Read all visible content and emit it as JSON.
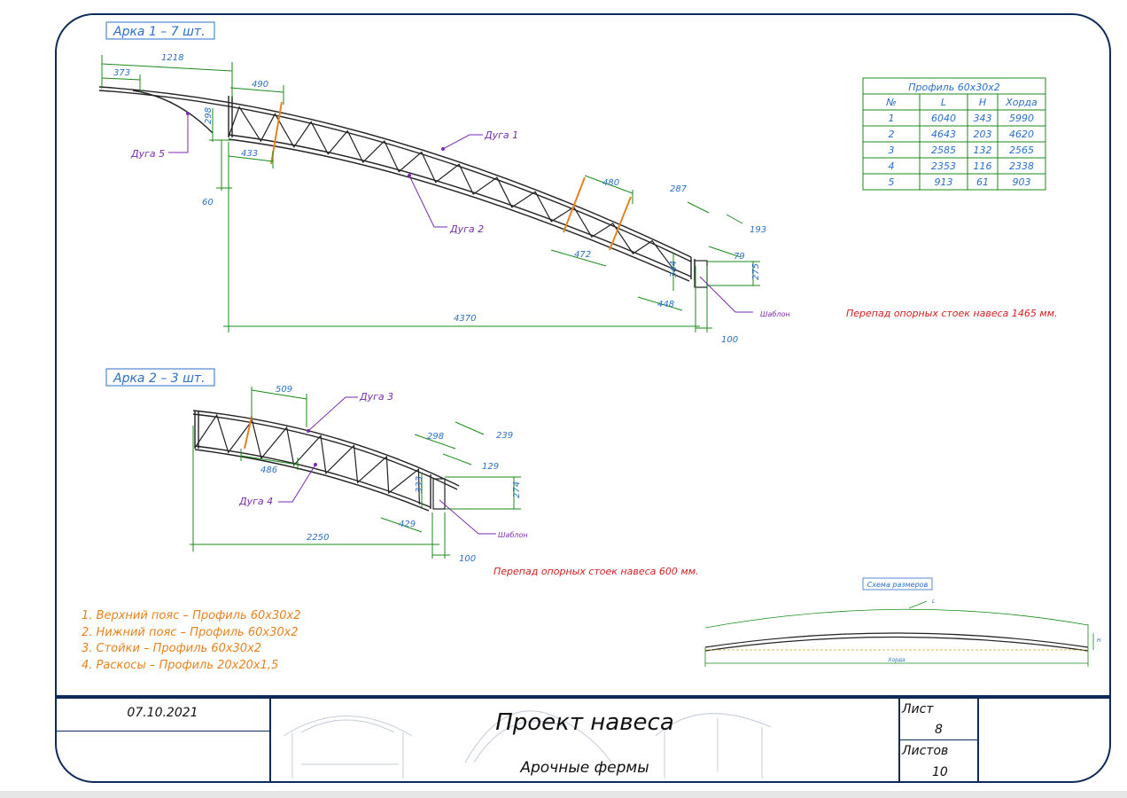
{
  "arch1": {
    "title": "Арка 1 – 7 шт.",
    "dims": {
      "top_chord_len": "1218",
      "overhang": "373",
      "seg_top_left": "490",
      "seg_bot_left": "433",
      "height_left": "298",
      "offset_left": "60",
      "seg_top_right": "480",
      "seg_bot_right": "472",
      "end_top": "287",
      "end_side": "193",
      "end_small": "79",
      "post_h": "275",
      "height_right": "344",
      "seg_end_bot": "448",
      "span": "4370",
      "post_w": "100"
    },
    "callouts": {
      "arc1": "Дуга 1",
      "arc2": "Дуга 2",
      "arc5": "Дуга 5",
      "template": "Шаблон"
    },
    "note": "Перепад опорных стоек навеса 1465 мм."
  },
  "arch2": {
    "title": "Арка 2 – 3 шт.",
    "dims": {
      "seg_top": "509",
      "seg_bot": "486",
      "end_top": "298",
      "end_side": "239",
      "end_small": "129",
      "post_h": "274",
      "height": "333",
      "seg_end_bot": "429",
      "span": "2250",
      "post_w": "100"
    },
    "callouts": {
      "arc3": "Дуга 3",
      "arc4": "Дуга 4",
      "template": "Шаблон"
    },
    "note": "Перепад опорных стоек навеса 600 мм."
  },
  "profile_table": {
    "title": "Профиль 60х30х2",
    "headers": [
      "№",
      "L",
      "H",
      "Хорда"
    ],
    "rows": [
      [
        "1",
        "6040",
        "343",
        "5990"
      ],
      [
        "2",
        "4643",
        "203",
        "4620"
      ],
      [
        "3",
        "2585",
        "132",
        "2565"
      ],
      [
        "4",
        "2353",
        "116",
        "2338"
      ],
      [
        "5",
        "913",
        "61",
        "903"
      ]
    ]
  },
  "scheme": {
    "title": "Схема размеров",
    "l": "L",
    "h": "H",
    "chord": "Хорда"
  },
  "notes": [
    "1. Верхний пояс – Профиль 60х30х2",
    "2. Нижний пояс – Профиль 60х30х2",
    "3. Стойки – Профиль 60х30х2",
    "4. Раскосы – Профиль 20х20х1,5"
  ],
  "title_block": {
    "date": "07.10.2021",
    "project": "Проект навеса",
    "subtitle": "Арочные фермы",
    "sheet_label": "Лист",
    "sheet_no": "8",
    "sheets_label": "Листов",
    "sheets_total": "10"
  },
  "colors": {
    "frame": "#0e2a5a",
    "dim": "#1a8a1a",
    "dimtext": "#2a6fc9",
    "callout": "#7a2bb0",
    "note": "#d42020",
    "orange": "#e8821e"
  }
}
